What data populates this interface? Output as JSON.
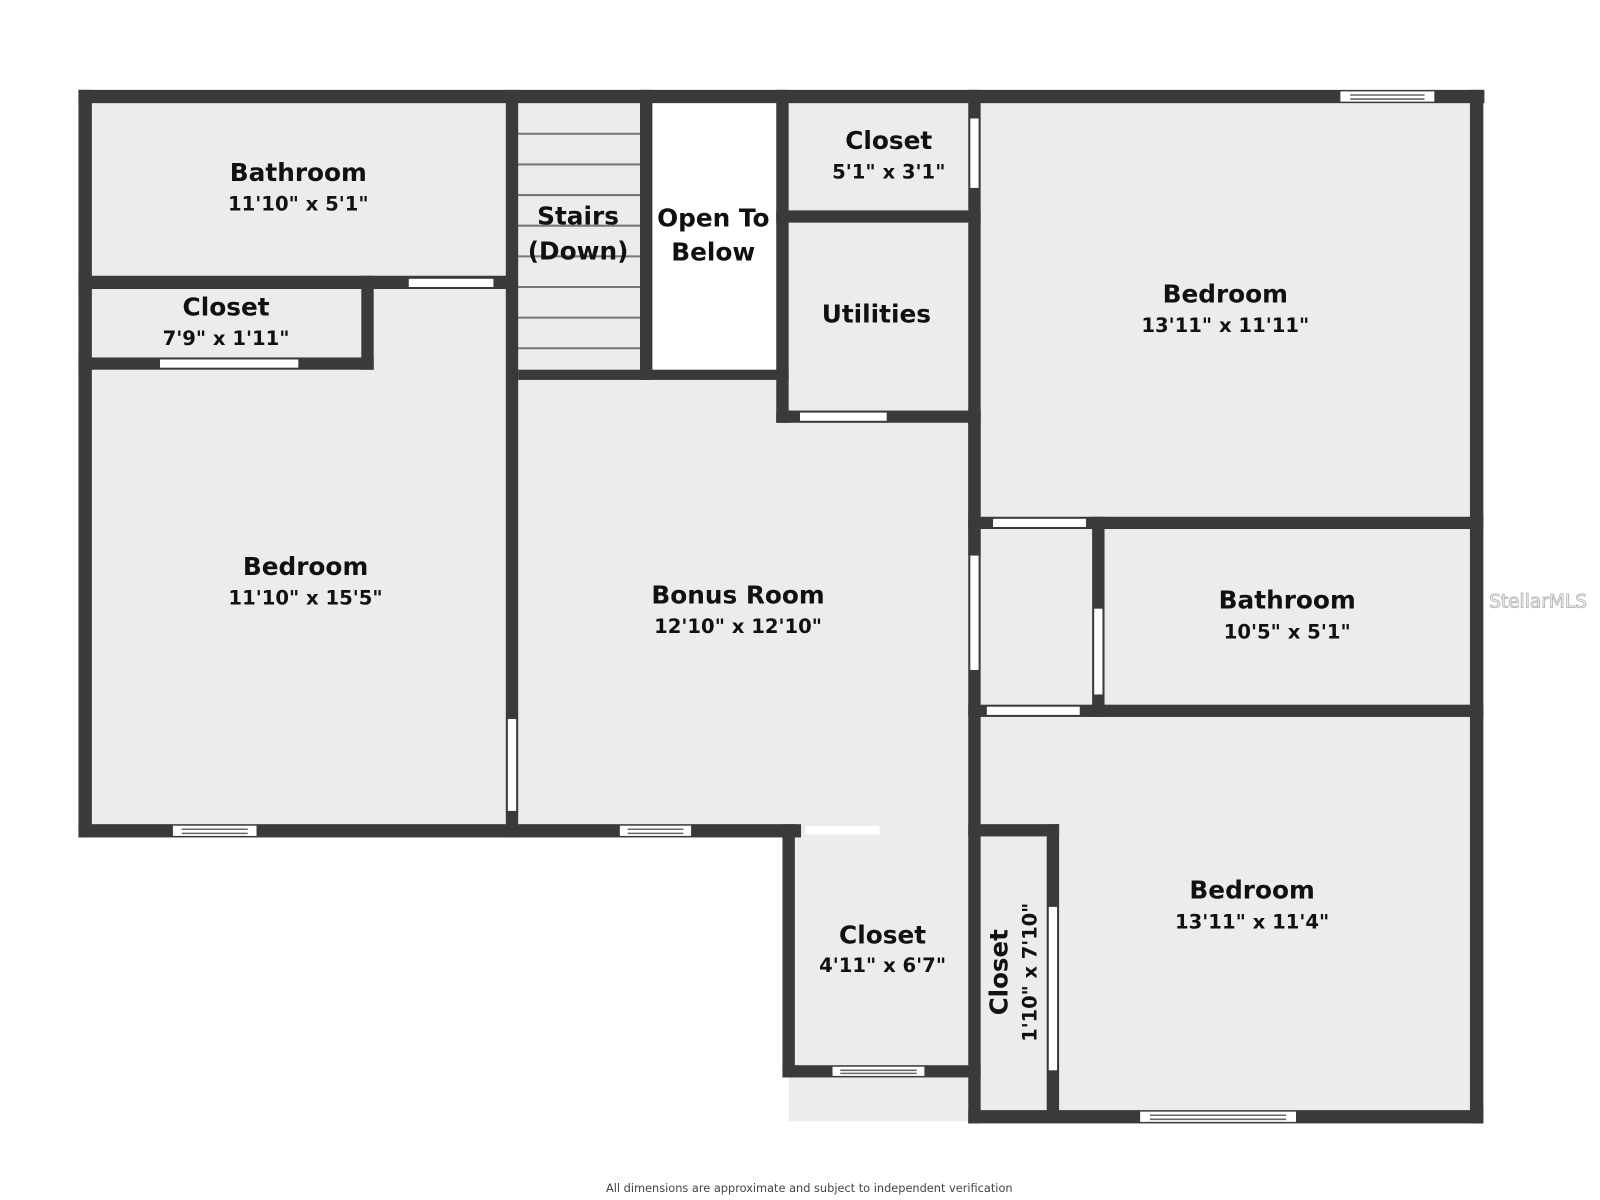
{
  "floor_plan": {
    "rooms": {
      "bathroom_top_left": {
        "name": "Bathroom",
        "dims": "11'10\" x 5'1\""
      },
      "closet_left": {
        "name": "Closet",
        "dims": "7'9\" x 1'11\""
      },
      "bedroom_left": {
        "name": "Bedroom",
        "dims": "11'10\" x 15'5\""
      },
      "stairs": {
        "name_line1": "Stairs",
        "name_line2": "(Down)"
      },
      "open_to_below": {
        "name_line1": "Open To",
        "name_line2": "Below"
      },
      "closet_top_middle": {
        "name": "Closet",
        "dims": "5'1\" x 3'1\""
      },
      "utilities": {
        "name": "Utilities"
      },
      "bonus_room": {
        "name": "Bonus Room",
        "dims": "12'10\" x 12'10\""
      },
      "bedroom_top_right": {
        "name": "Bedroom",
        "dims": "13'11\" x 11'11\""
      },
      "bathroom_right": {
        "name": "Bathroom",
        "dims": "10'5\" x 5'1\""
      },
      "closet_bottom_middle": {
        "name": "Closet",
        "dims": "4'11\" x 6'7\""
      },
      "closet_narrow": {
        "name": "Closet",
        "dims": "1'10\" x 7'10\""
      },
      "bedroom_bottom_right": {
        "name": "Bedroom",
        "dims": "13'11\" x 11'4\""
      }
    },
    "disclaimer": "All dimensions are approximate and subject to independent verification",
    "watermark": "StellarMLS",
    "colors": {
      "wall": "#3a3a3a",
      "floor": "#ececec",
      "background": "#ffffff"
    }
  }
}
